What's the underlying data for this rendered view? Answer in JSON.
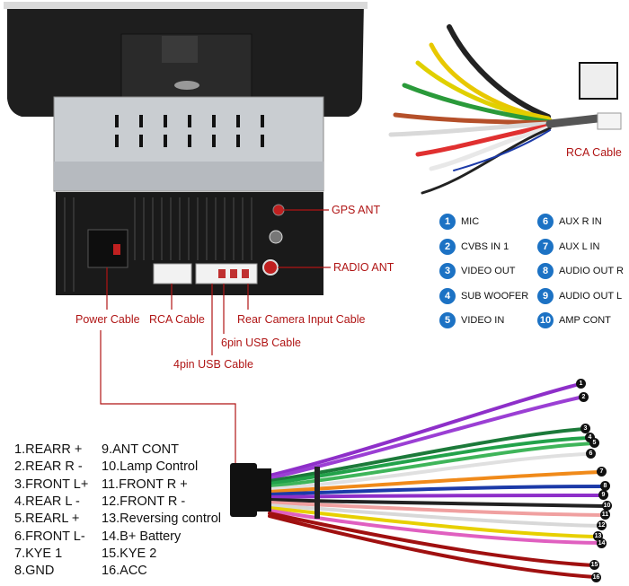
{
  "unit_labels": {
    "gps_ant": "GPS ANT",
    "radio_ant": "RADIO ANT",
    "power_cable": "Power Cable",
    "rca_cable": "RCA Cable",
    "rear_camera": "Rear Camera Input Cable",
    "usb6": "6pin USB Cable",
    "usb4": "4pin USB Cable",
    "rca_cable_top": "RCA Cable"
  },
  "rca_legend": [
    {
      "num": "1",
      "label": "MIC"
    },
    {
      "num": "2",
      "label": "CVBS IN 1"
    },
    {
      "num": "3",
      "label": "VIDEO OUT"
    },
    {
      "num": "4",
      "label": "SUB WOOFER"
    },
    {
      "num": "5",
      "label": "VIDEO IN"
    },
    {
      "num": "6",
      "label": "AUX R IN"
    },
    {
      "num": "7",
      "label": "AUX L IN"
    },
    {
      "num": "8",
      "label": "AUDIO OUT R"
    },
    {
      "num": "9",
      "label": "AUDIO OUT L"
    },
    {
      "num": "10",
      "label": "AMP CONT"
    }
  ],
  "power_pins": [
    {
      "text": "1.REARR +"
    },
    {
      "text": "2.REAR R -"
    },
    {
      "text": "3.FRONT L+"
    },
    {
      "text": "4.REAR L -"
    },
    {
      "text": "5.REARL +"
    },
    {
      "text": "6.FRONT L-"
    },
    {
      "text": "7.KYE 1"
    },
    {
      "text": "8.GND"
    },
    {
      "text": "9.ANT CONT"
    },
    {
      "text": "10.Lamp Control"
    },
    {
      "text": "11.FRONT R +"
    },
    {
      "text": "12.FRONT R -"
    },
    {
      "text": "13.Reversing control"
    },
    {
      "text": "14.B+ Battery"
    },
    {
      "text": "15.KYE 2"
    },
    {
      "text": "16.ACC"
    }
  ],
  "wire_numbers": [
    "1",
    "2",
    "3",
    "4",
    "5",
    "6",
    "7",
    "8",
    "9",
    "10",
    "11",
    "12",
    "13",
    "14",
    "15",
    "16"
  ],
  "colors": {
    "accent_red": "#b01515",
    "badge_blue": "#1c72c4",
    "wire_colors": [
      "#8e2fc9",
      "#9b3fd4",
      "#1c7a3a",
      "#22a24a",
      "#3fb55a",
      "#e0e0e0",
      "#f08a1a",
      "#1c3aa8",
      "#8e2fc9",
      "#222222",
      "#f0a0a0",
      "#d8d8d8",
      "#e7d000",
      "#e060c0",
      "#a01010",
      "#a01010"
    ]
  },
  "icons": [
    "connector-plug-icon",
    "rca-plug-icon",
    "antenna-port-icon"
  ]
}
